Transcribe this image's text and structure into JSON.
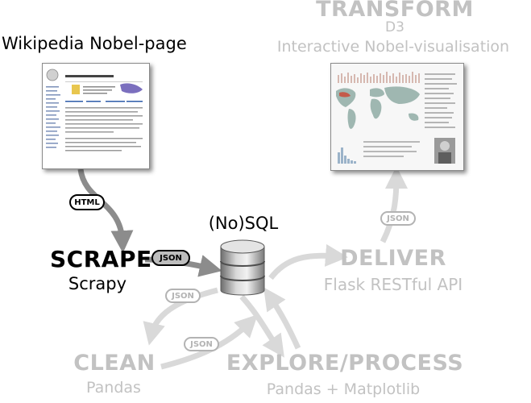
{
  "transform": {
    "title": "TRANSFORM",
    "tech": "D3",
    "desc": "Interactive Nobel-visualisation"
  },
  "wiki": {
    "title": "Wikipedia Nobel-page"
  },
  "scrape": {
    "title": "SCRAPE",
    "tech": "Scrapy"
  },
  "db": {
    "title": "(No)SQL"
  },
  "deliver": {
    "title": "DELIVER",
    "tech": "Flask RESTful API"
  },
  "clean": {
    "title": "CLEAN",
    "tech": "Pandas"
  },
  "explore": {
    "title": "EXPLORE/PROCESS",
    "tech": "Pandas + Matplotlib"
  },
  "badges": {
    "html": "HTML",
    "json_scrape": "JSON",
    "json_clean": "JSON",
    "json_explore": "JSON",
    "json_deliver": "JSON"
  },
  "colors": {
    "active": "#000000",
    "inactive": "#c8c8c8",
    "arrow_active": "#8c8c8c",
    "arrow_inactive": "#d9d9d9"
  }
}
